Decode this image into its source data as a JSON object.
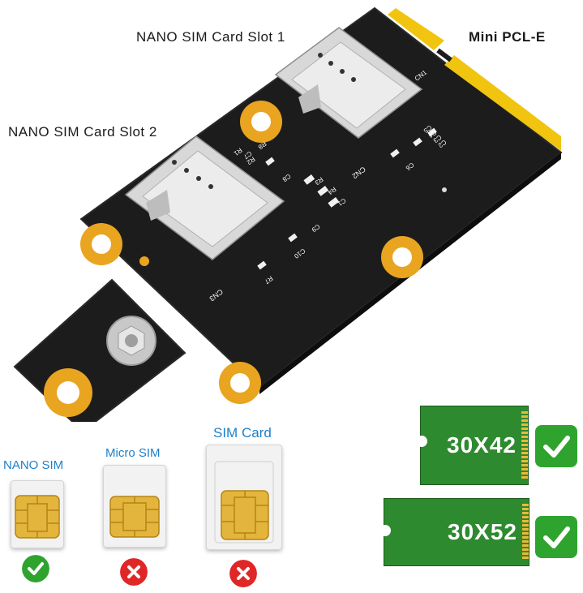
{
  "labels": {
    "slot1": "NANO SIM Card Slot 1",
    "slot2": "NANO SIM Card Slot 2",
    "connector": "Mini PCL-E"
  },
  "board": {
    "silkscreen": [
      "CN1",
      "CN2",
      "CN3",
      "R1",
      "R2",
      "R3",
      "R4",
      "R7",
      "R8",
      "C1",
      "C2",
      "C3",
      "C4",
      "C5",
      "C6",
      "C7",
      "C8",
      "C9",
      "C10"
    ]
  },
  "sim_types": [
    {
      "label": "NANO SIM",
      "status": "compatible"
    },
    {
      "label": "Micro SIM",
      "status": "incompatible"
    },
    {
      "label": "SIM Card",
      "status": "incompatible"
    }
  ],
  "sizes": [
    {
      "label": "30X42",
      "status": "supported"
    },
    {
      "label": "30X52",
      "status": "supported"
    }
  ],
  "colors": {
    "board": "#1c1c1c",
    "gold": "#e9a420",
    "connector": "#f1c40f",
    "label_blue": "#1e7fc9",
    "green": "#2e8a2e",
    "check_green": "#2ea42e",
    "cross_red": "#e02727"
  }
}
